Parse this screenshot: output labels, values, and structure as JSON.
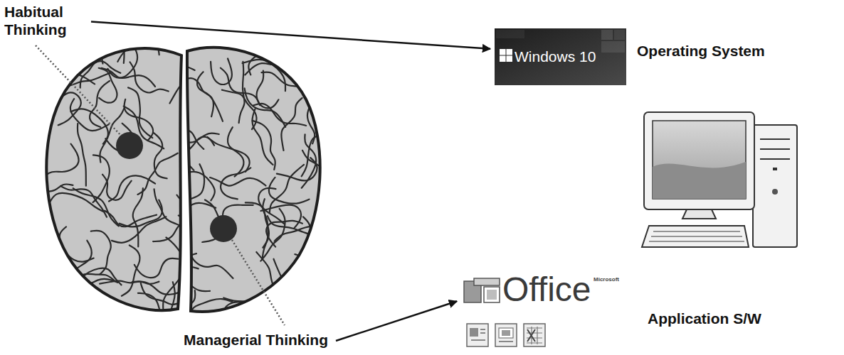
{
  "diagram": {
    "nodes": [
      {
        "text": [
          "Habitual Thinking"
        ]
      },
      {
        "text": [
          "Windows 10",
          "Operating System"
        ]
      },
      {
        "text": [
          "Managerial Thinking"
        ]
      },
      {
        "text": [
          "Office",
          "Microsoft",
          "Application S/W"
        ]
      }
    ],
    "edges": [
      {
        "from": 0,
        "to": 1,
        "arrow": "to"
      },
      {
        "from": 2,
        "to": 3,
        "arrow": "to"
      }
    ]
  }
}
